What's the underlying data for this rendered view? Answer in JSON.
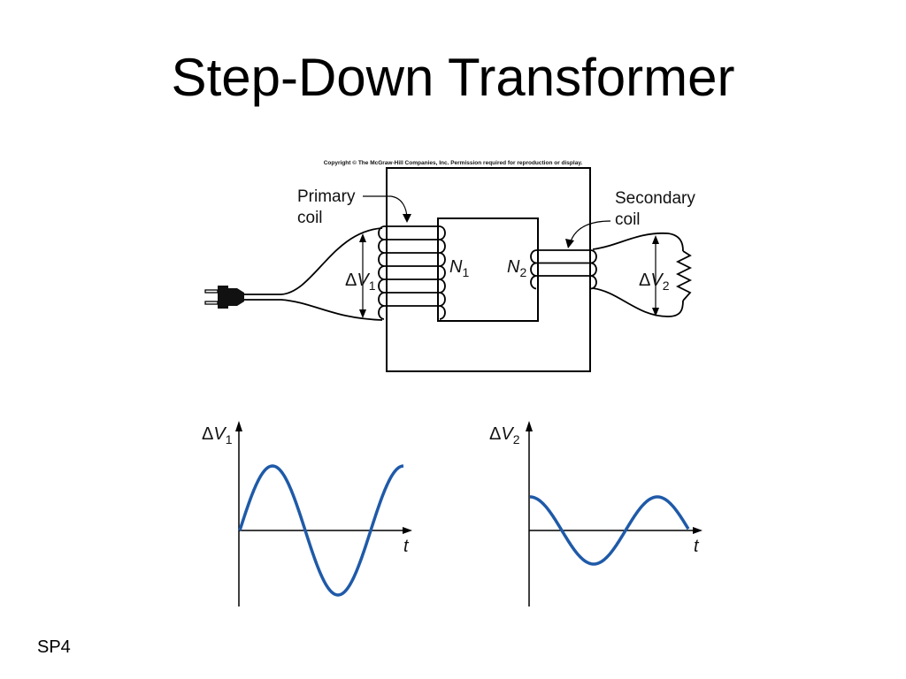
{
  "slide": {
    "title": "Step-Down Transformer",
    "footer": "SP4"
  },
  "diagram": {
    "copyright": "Copyright © The McGraw-Hill Companies, Inc. Permission required for reproduction or display.",
    "primary_label_line1": "Primary",
    "primary_label_line2": "coil",
    "secondary_label_line1": "Secondary",
    "secondary_label_line2": "coil",
    "delta": "Δ",
    "v": "V",
    "n": "N",
    "sub1": "1",
    "sub2": "2",
    "primary_turns": 7,
    "secondary_turns": 3
  },
  "graphs": {
    "delta": "Δ",
    "v": "V",
    "sub1": "1",
    "sub2": "2",
    "t_label": "t",
    "wave_color": "#1f5aa8"
  }
}
